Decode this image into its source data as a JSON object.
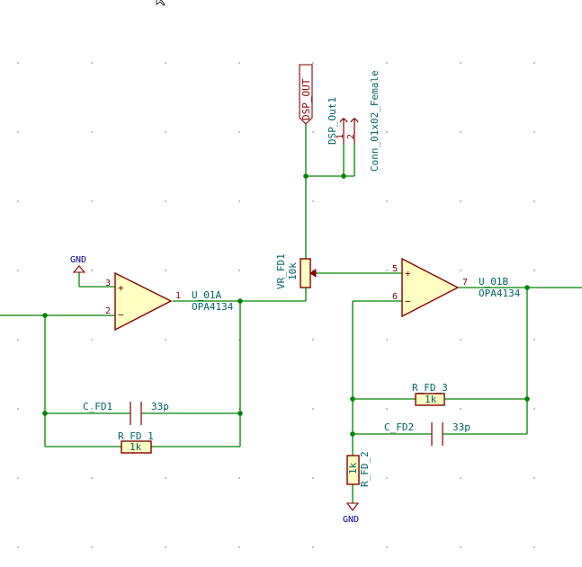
{
  "theme": {
    "wire_color": "#008400",
    "symbol_color": "#840000",
    "symbol_fill": "#ffffc2",
    "ref_text_color": "#006464",
    "power_text_color": "#000084",
    "background": "#ffffff"
  },
  "opamp1": {
    "ref": "U_01A",
    "value": "OPA4134",
    "pin_plus": "3",
    "pin_minus": "2",
    "pin_out": "1",
    "plus_sign": "+",
    "minus_sign": "−"
  },
  "opamp2": {
    "ref": "U_01B",
    "value": "OPA4134",
    "pin_plus": "5",
    "pin_minus": "6",
    "pin_out": "7",
    "plus_sign": "+",
    "minus_sign": "−"
  },
  "pot": {
    "ref": "VR_FD1",
    "value": "10k"
  },
  "cap1": {
    "ref": "C_FD1",
    "value": "33p"
  },
  "cap2": {
    "ref": "C_FD2",
    "value": "33p"
  },
  "res1": {
    "ref": "R_FD_1",
    "value": "1k"
  },
  "res2": {
    "ref": "R_FD_2",
    "value": "1k"
  },
  "res3": {
    "ref": "R_FD_3",
    "value": "1k"
  },
  "gnd1": {
    "label": "GND"
  },
  "gnd2": {
    "label": "GND"
  },
  "dsp_out": {
    "label": "DSP_OUT"
  },
  "connector": {
    "ref": "DSP_Out1",
    "value": "Conn_01x02_Female",
    "pin1": "1",
    "pin2": "2"
  }
}
